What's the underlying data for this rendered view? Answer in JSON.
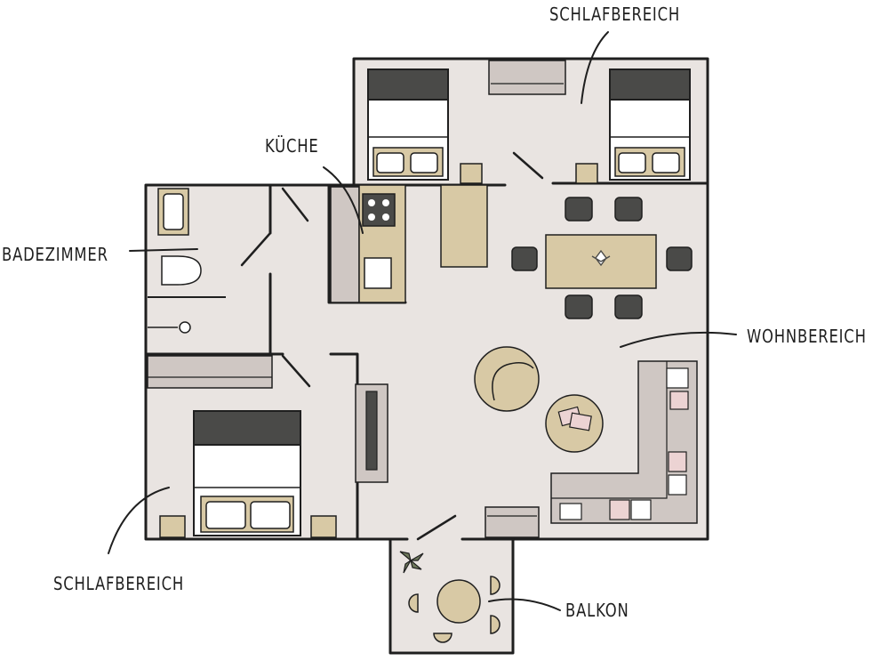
{
  "labels": {
    "bedroom_top": "SCHLAFBEREICH",
    "kitchen": "KÜCHE",
    "bathroom": "BADEZIMMER",
    "living": "WOHNBEREICH",
    "bedroom_bottom": "SCHLAFBEREICH",
    "balcony": "BALKON"
  },
  "colors": {
    "floor": "#e9e4e1",
    "wall": "#1f1f1f",
    "furniture_tan": "#d8c9a5",
    "furniture_grey": "#cfc7c3",
    "headboard": "#4a4a48",
    "cushion_pink": "#ecd3d3"
  }
}
